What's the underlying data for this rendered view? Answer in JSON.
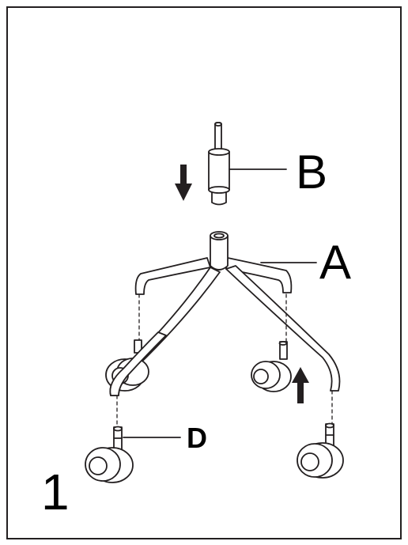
{
  "step_number": "1",
  "parts": {
    "gas_lift": "B",
    "base": "A",
    "caster": "D"
  },
  "icons": [
    "down-arrow-icon",
    "up-arrow-icon"
  ],
  "colors": {
    "line": "#231f20",
    "background": "#ffffff"
  }
}
